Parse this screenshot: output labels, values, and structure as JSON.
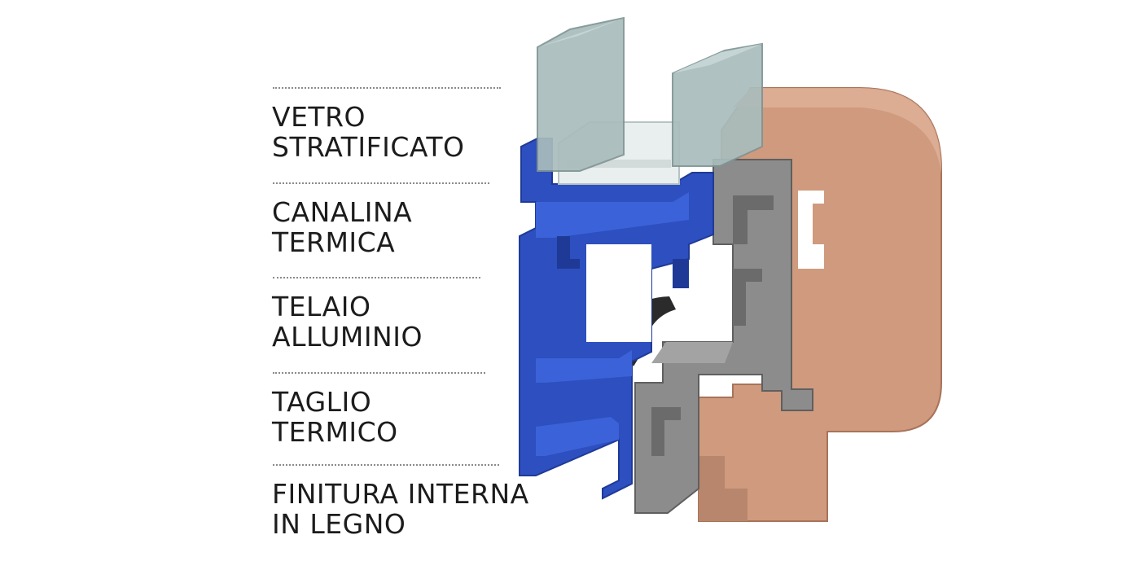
{
  "labels": [
    {
      "line1": "VETRO",
      "line2": "STRATIFICATO"
    },
    {
      "line1": "CANALINA",
      "line2": "TERMICA"
    },
    {
      "line1": "TELAIO",
      "line2": "ALLUMINIO"
    },
    {
      "line1": "TAGLIO",
      "line2": "TERMICO"
    },
    {
      "line1": "FINITURA INTERNA",
      "line2": "IN LEGNO"
    }
  ],
  "colors": {
    "glass": "#a9bcbc",
    "glass_edge": "#7f9494",
    "spacer": "#e9eeee",
    "aluminium": "#2d4fbf",
    "aluminium_dark": "#1f3a96",
    "thermal_break": "#8c8c8c",
    "thermal_break_dark": "#5f5f5f",
    "gasket": "#2b2b2b",
    "wood": "#cf9a7d",
    "wood_dark": "#a8735a",
    "text": "#1c1c1c",
    "divider": "#8a8a8a"
  }
}
